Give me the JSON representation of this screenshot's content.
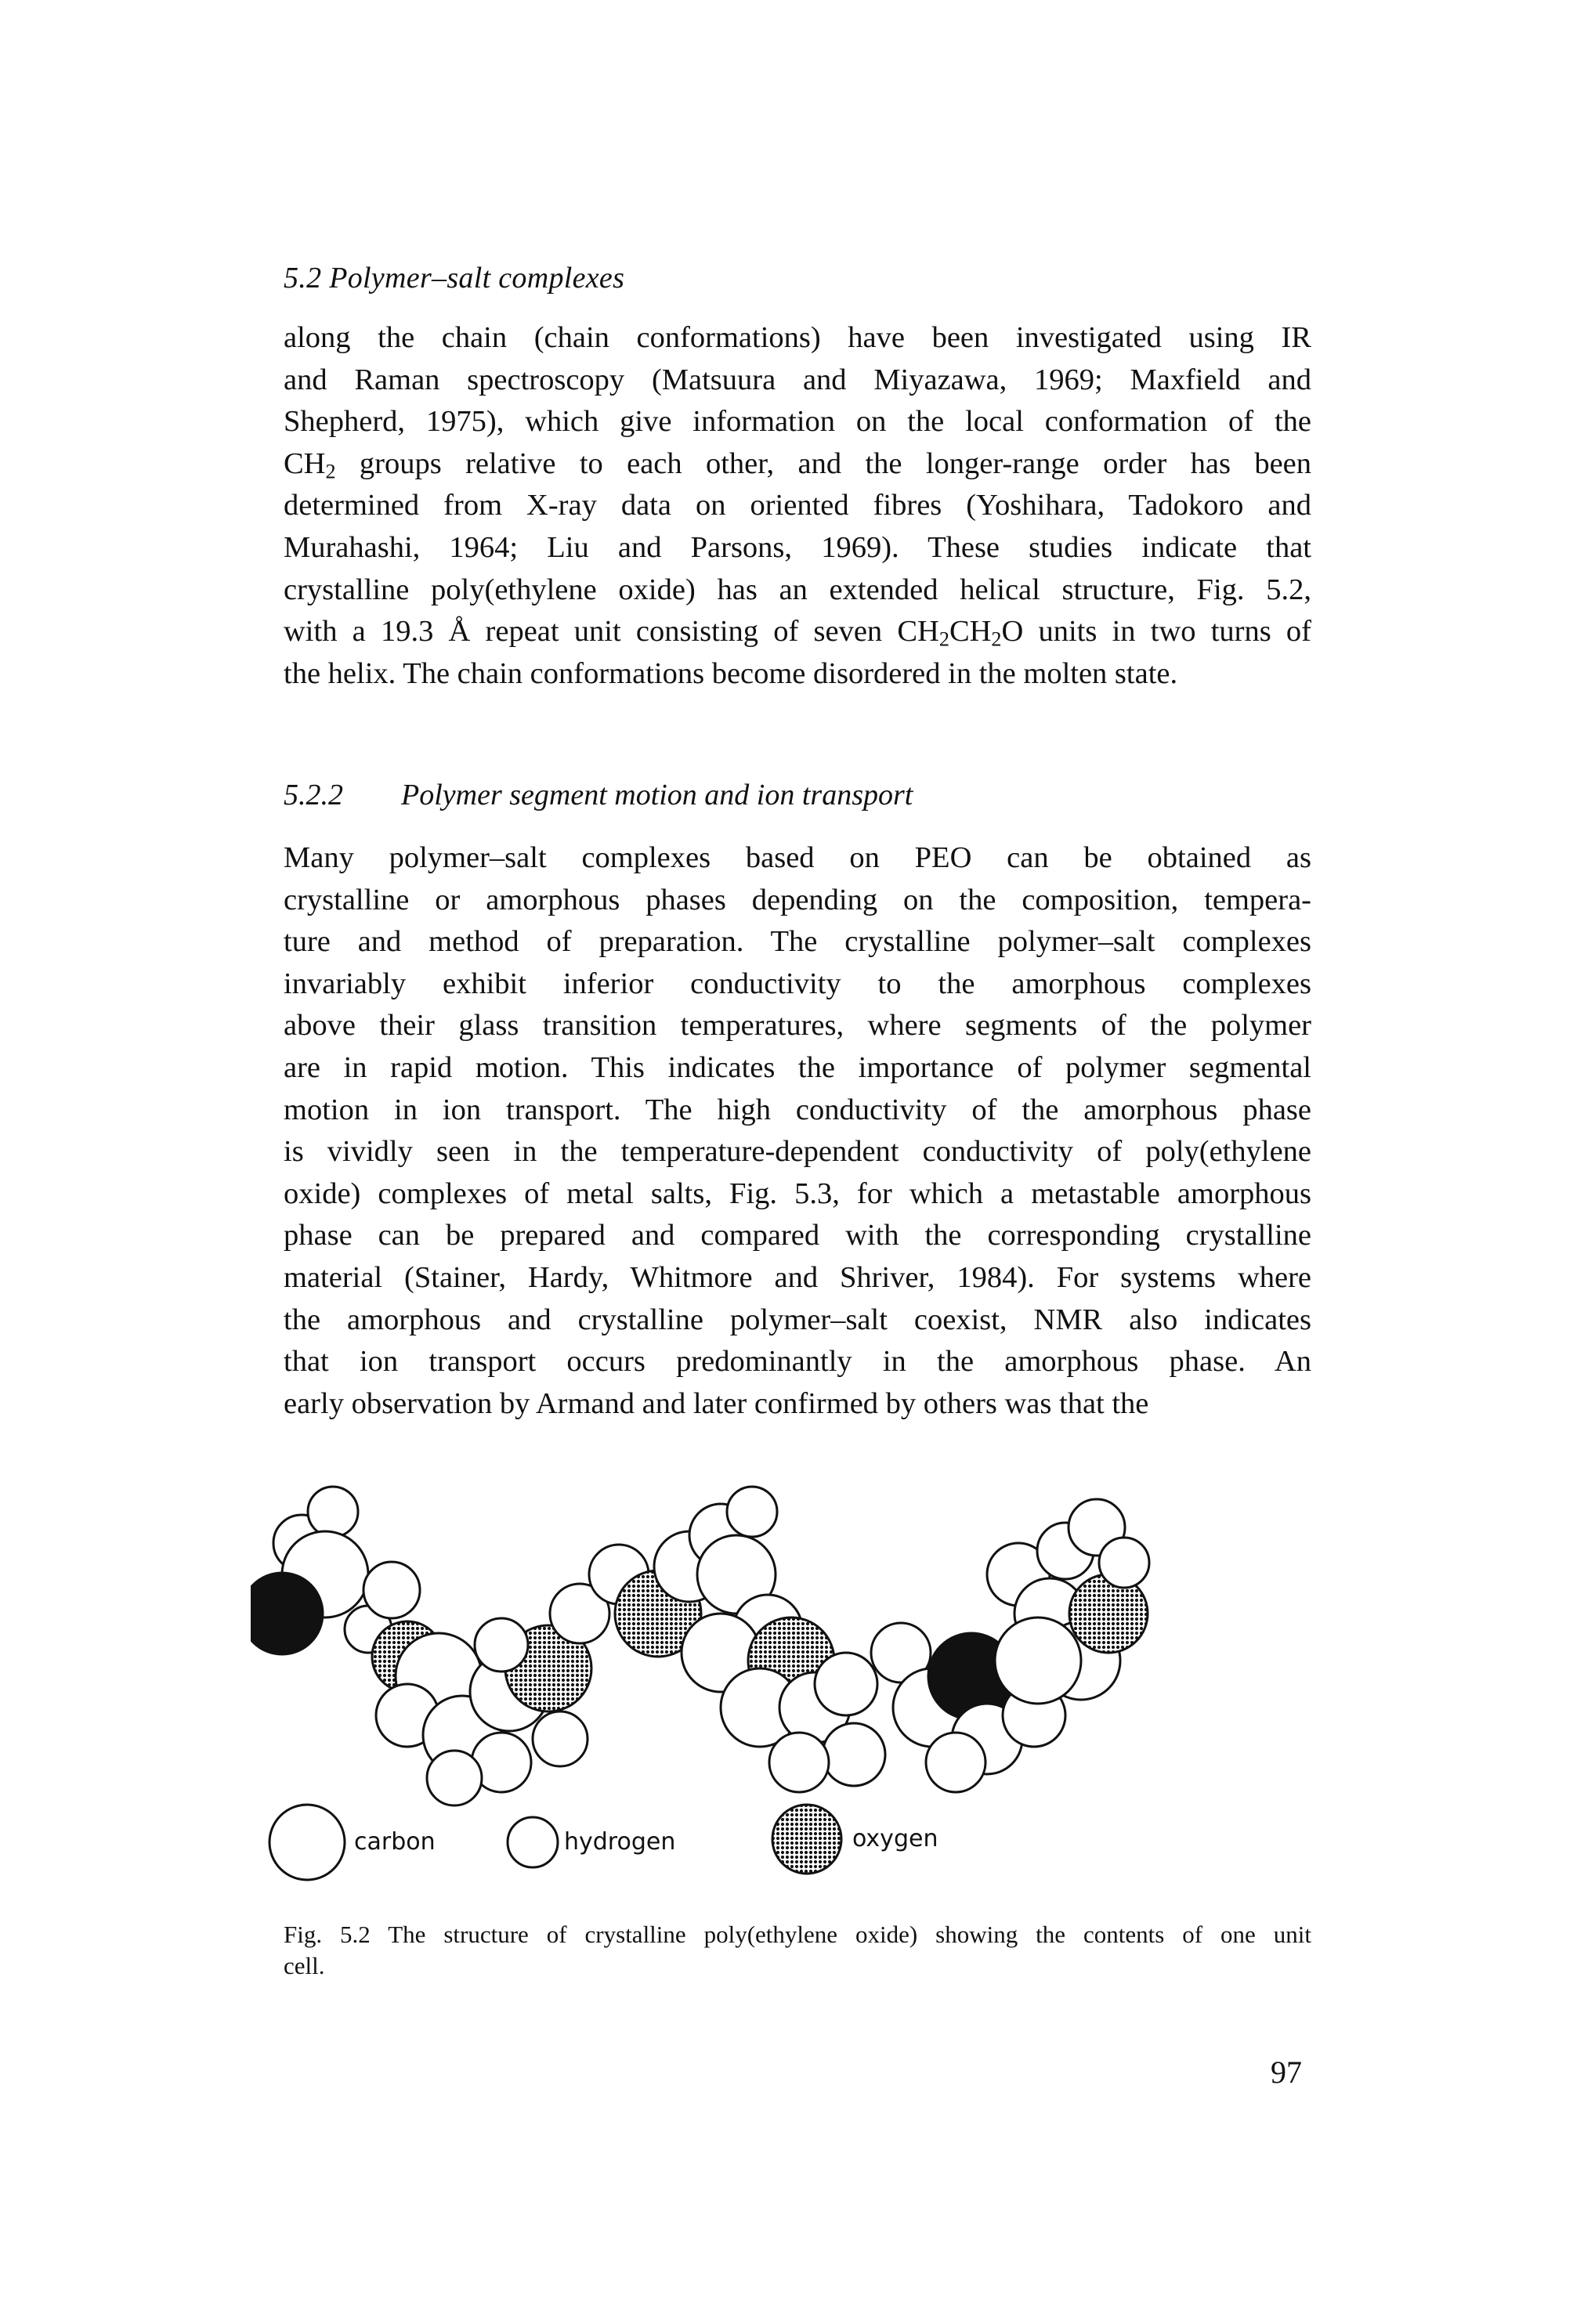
{
  "running_head": "5.2 Polymer–salt complexes",
  "paragraph_1": [
    "along the chain (chain conformations) have been investigated using IR",
    "and Raman spectroscopy (Matsuura and Miyazawa, 1969; Maxfield and",
    "Shepherd, 1975), which give information on the local conformation of the",
    [
      "CH",
      "2",
      " groups relative to each other, and the longer-range order has been"
    ],
    "determined from X-ray data on oriented fibres (Yoshihara, Tadokoro and",
    "Murahashi, 1964; Liu and Parsons, 1969). These studies indicate that",
    "crystalline poly(ethylene oxide) has an extended helical structure, Fig. 5.2,",
    [
      "with a 19.3 Å repeat unit consisting of seven CH",
      "2",
      "CH",
      "2",
      "O units in two turns of"
    ],
    "the helix. The chain conformations become disordered in the molten state."
  ],
  "section": {
    "number": "5.2.2",
    "title": "Polymer segment motion and ion transport"
  },
  "paragraph_2": [
    "Many polymer–salt complexes based on PEO can be obtained as",
    "crystalline or amorphous phases depending on the composition, tempera-",
    "ture and method of preparation. The crystalline polymer–salt complexes",
    "invariably exhibit inferior conductivity to the amorphous complexes",
    "above their glass transition temperatures, where segments of the polymer",
    "are in rapid motion. This indicates the importance of polymer segmental",
    "motion in ion transport. The high conductivity of the amorphous phase",
    "is vividly seen in the temperature-dependent conductivity of poly(ethylene",
    "oxide) complexes of metal salts, Fig. 5.3, for which a metastable amorphous",
    "phase can be prepared and compared with the corresponding crystalline",
    "material (Stainer, Hardy, Whitmore and Shriver, 1984). For systems where",
    "the amorphous and crystalline polymer–salt coexist, NMR also indicates",
    "that ion transport occurs predominantly in the amorphous phase. An",
    "early observation by Armand and later confirmed by others was that the"
  ],
  "figure": {
    "legend": {
      "carbon": "carbon",
      "hydrogen": "hydrogen",
      "oxygen": "oxygen"
    },
    "caption": [
      "Fig. 5.2  The structure of crystalline poly(ethylene oxide) showing the contents of one unit",
      "cell."
    ]
  },
  "page_number": "97",
  "colors": {
    "text": "#111111",
    "atom_fill": "#ffffff",
    "oxygen_dark": "#111111"
  }
}
